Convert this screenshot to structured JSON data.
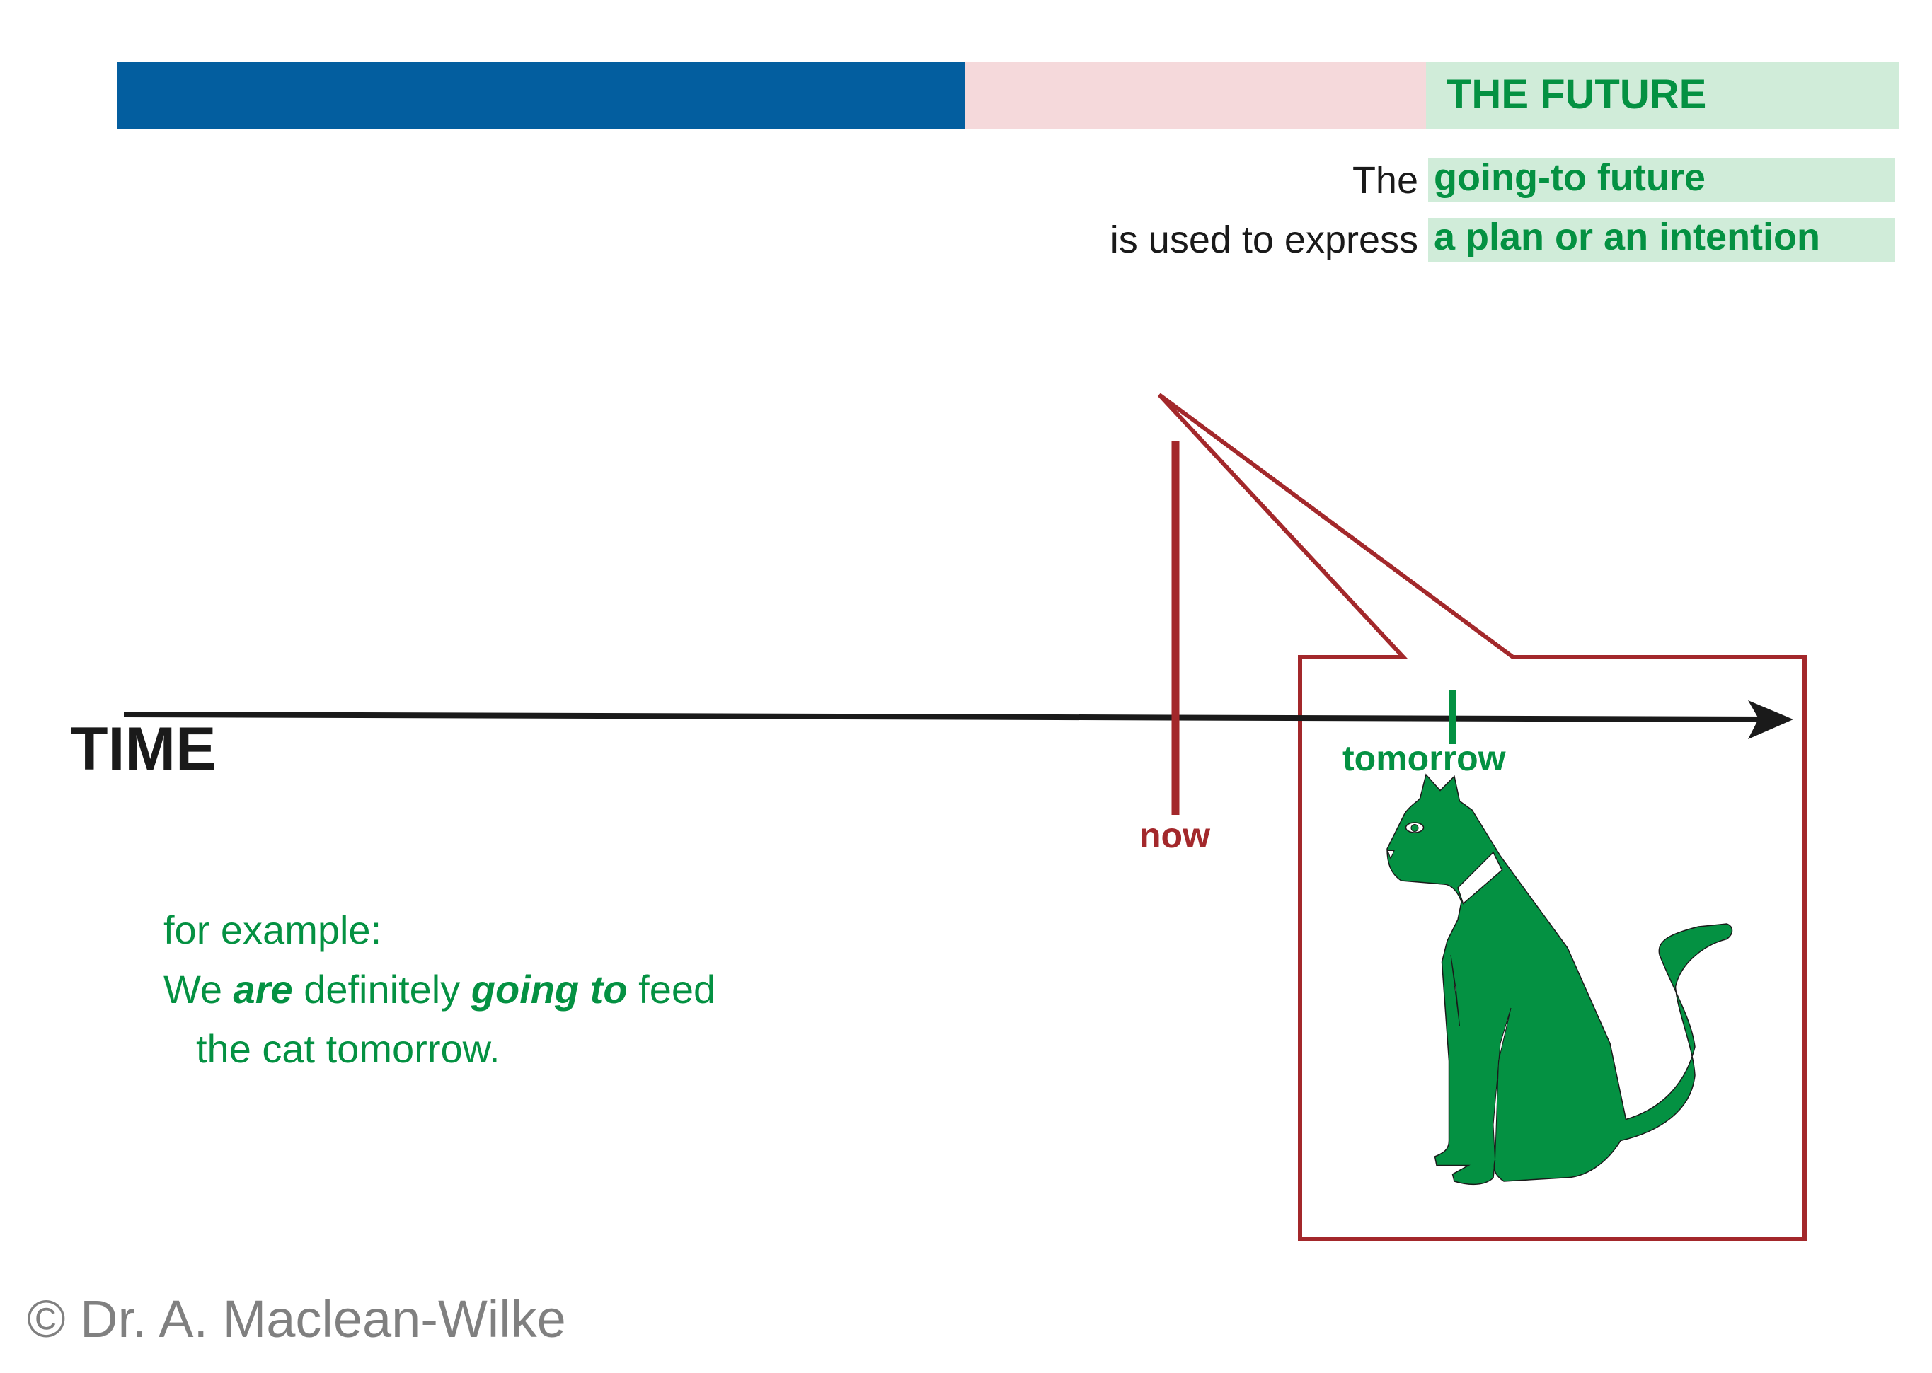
{
  "header": {
    "section_title": "THE FUTURE",
    "line1_prefix": "The",
    "line1_highlight": "going-to future",
    "line2_prefix": "is used to express",
    "line2_highlight": "a plan or an intention"
  },
  "timeline": {
    "axis_label": "TIME",
    "now_label": "now",
    "tomorrow_label": "tomorrow"
  },
  "example": {
    "intro": "for example:",
    "sentence_part1": "We ",
    "sentence_emph1": "are",
    "sentence_part2": " definitely ",
    "sentence_emph2": "going to",
    "sentence_part3": " feed",
    "sentence_line2": "the cat tomorrow."
  },
  "footer": {
    "copyright": "© Dr. A. Maclean-Wilke"
  },
  "colors": {
    "past": "#035e9f",
    "present": "#f5d9db",
    "future": "#d0ecd9",
    "green": "#049142",
    "red": "#a3282b"
  }
}
